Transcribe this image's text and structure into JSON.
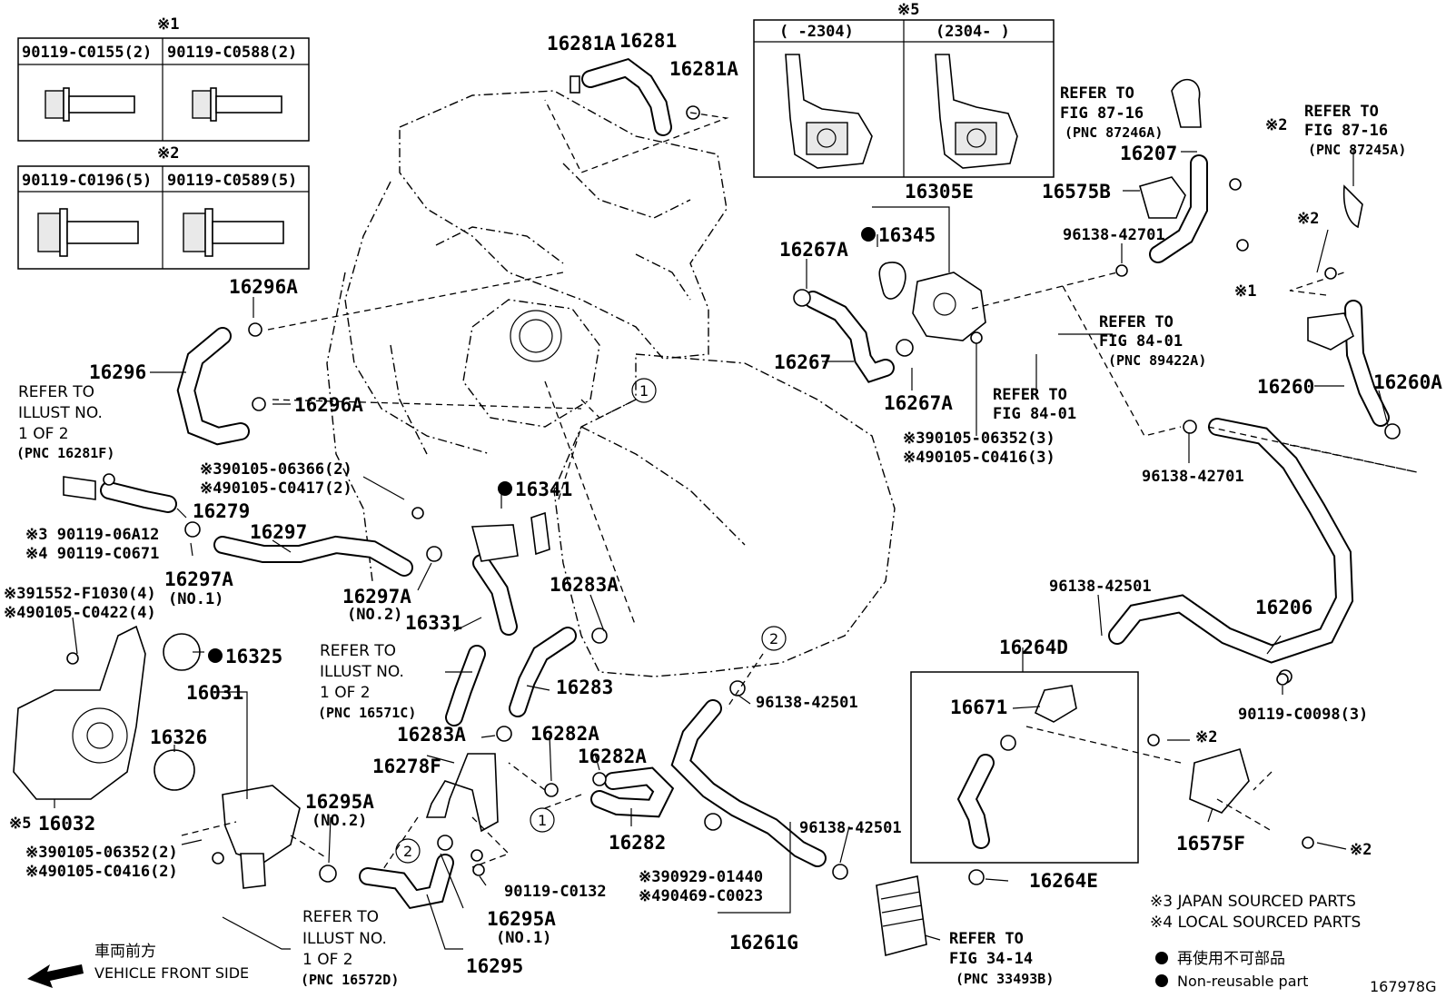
{
  "diagram": {
    "figure_id": "167978G",
    "bolt_tables": [
      {
        "mark": "※1",
        "cells": [
          "90119-C0155(2)",
          "90119-C0588(2)"
        ]
      },
      {
        "mark": "※2",
        "cells": [
          "90119-C0196(5)",
          "90119-C0589(5)"
        ]
      }
    ],
    "variant_box": {
      "mark": "※5",
      "left_header": "(  -2304)",
      "right_header": "(2304-   )"
    },
    "parts": {
      "p16281A_a": "16281A",
      "p16281": "16281",
      "p16281A_b": "16281A",
      "p16296A_a": "16296A",
      "p16296": "16296",
      "p16296A_b": "16296A",
      "p16267A_a": "16267A",
      "p16267": "16267",
      "p16267A_b": "16267A",
      "p16345": "16345",
      "p16305E": "16305E",
      "p16207": "16207",
      "p16575B": "16575B",
      "p16260": "16260",
      "p16260A": "16260A",
      "p16341": "16341",
      "p16279": "16279",
      "p16297": "16297",
      "p16297A_1": "16297A",
      "p16297A_2": "16297A",
      "p16331": "16331",
      "p16283A_a": "16283A",
      "p16283": "16283",
      "p16283A_b": "16283A",
      "p16325": "16325",
      "p16031": "16031",
      "p16326": "16326",
      "p16032": "16032",
      "p16278F": "16278F",
      "p16282A_a": "16282A",
      "p16282A_b": "16282A",
      "p16282": "16282",
      "p16295A_2": "16295A",
      "p16295A_1": "16295A",
      "p16295": "16295",
      "p16206": "16206",
      "p16264D": "16264D",
      "p16671": "16671",
      "p16575F": "16575F",
      "p16264E": "16264E",
      "p16261G": "16261G"
    },
    "pncs": {
      "c96138_42701_a": "96138-42701",
      "c96138_42701_b": "96138-42701",
      "c96138_42501_a": "96138-42501",
      "c96138_42501_b": "96138-42501",
      "c96138_42501_c": "96138-42501",
      "c90119_C0098": "90119-C0098(3)",
      "c90119_C0132": "90119-C0132",
      "s3_90105_06352_a": "※390105-06352(3)",
      "s4_90105_C0416_a": "※490105-C0416(3)",
      "s3_90105_06366": "※390105-06366(2)",
      "s4_90105_C0417": "※490105-C0417(2)",
      "s3_90119_06A12": "※3 90119-06A12",
      "s4_90119_C0671": "※4 90119-C0671",
      "s3_91552_F1030": "※391552-F1030(4)",
      "s4_90105_C0422": "※490105-C0422(4)",
      "s3_90105_06352_b": "※390105-06352(2)",
      "s4_90105_C0416_b": "※490105-C0416(2)",
      "s3_90929_01440": "※390929-01440",
      "s4_90469_C0023": "※490469-C0023",
      "no1_a": "(NO.1)",
      "no2_a": "(NO.2)",
      "no2_b": "(NO.2)",
      "no1_b": "(NO.1)"
    },
    "marks": {
      "m1": "※1",
      "m2a": "※2",
      "m2b": "※2",
      "m2c": "※2",
      "m2d": "※2",
      "m5": "※5"
    },
    "callouts": {
      "c1a": "1",
      "c1b": "1",
      "c2a": "2",
      "c2b": "2"
    },
    "refers": {
      "r87_16a": [
        "REFER TO",
        "FIG 87-16",
        "(PNC 87246A)"
      ],
      "r87_16b": [
        "REFER TO",
        "FIG 87-16",
        "(PNC 87245A)"
      ],
      "r84_01a": [
        "REFER TO",
        "FIG 84-01",
        "(PNC 89422A)"
      ],
      "r84_01b": [
        "REFER TO",
        "FIG 84-01"
      ],
      "r34_14": [
        "REFER TO",
        "FIG 34-14",
        "(PNC 33493B)"
      ],
      "ill_16281F": [
        "REFER TO",
        "ILLUST NO.",
        "1 OF 2",
        "(PNC 16281F)"
      ],
      "ill_16571C": [
        "REFER TO",
        "ILLUST NO.",
        "1 OF 2",
        "(PNC 16571C)"
      ],
      "ill_16572D": [
        "REFER TO",
        "ILLUST NO.",
        "1 OF 2",
        "(PNC 16572D)"
      ]
    },
    "legend": {
      "japan": "※3 JAPAN SOURCED PARTS",
      "local": "※4 LOCAL SOURCED PARTS",
      "nonreuse_jp": "再使用不可部品",
      "nonreuse_en": "Non-reusable part"
    },
    "front": {
      "jp": "車両前方",
      "en": "VEHICLE FRONT SIDE"
    }
  }
}
